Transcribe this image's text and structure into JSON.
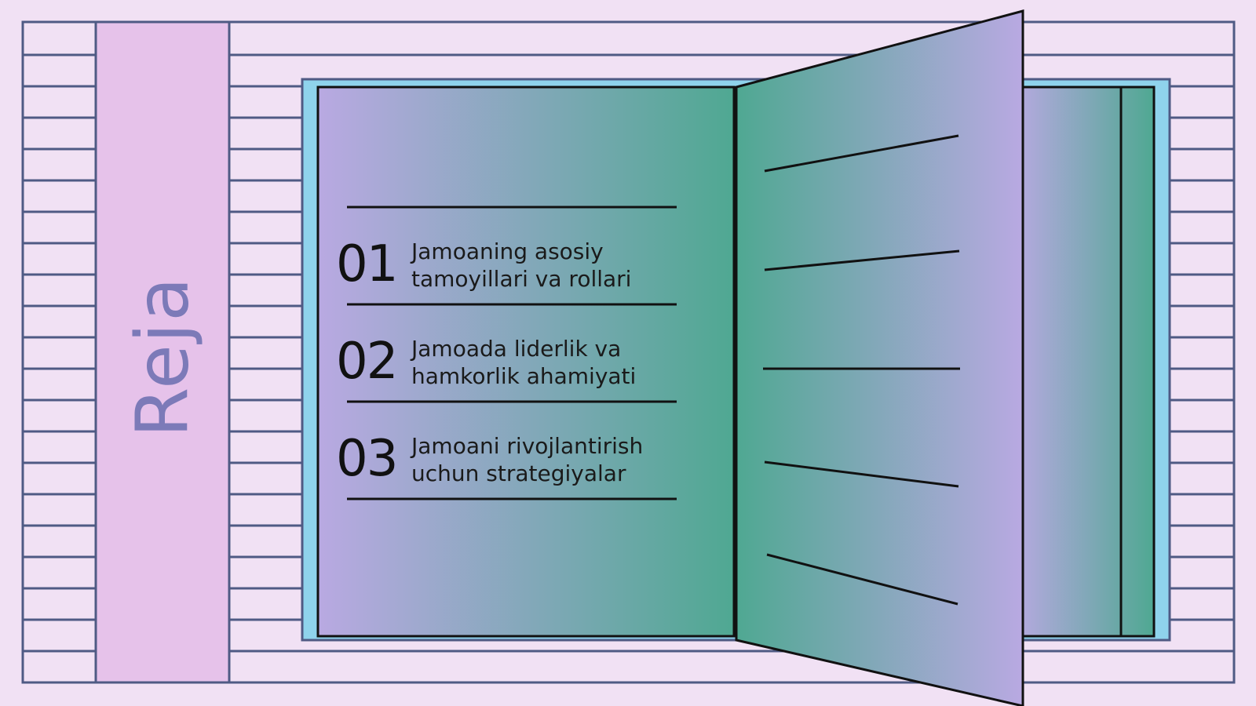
{
  "slide": {
    "title": "Reja",
    "items": [
      {
        "number": "01",
        "text": "Jamoaning asosiy tamoyillari va rollari"
      },
      {
        "number": "02",
        "text": "Jamoada liderlik va hamkorlik ahamiyati"
      },
      {
        "number": "03",
        "text": "Jamoani rivojlantirish uchun strategiyalar"
      }
    ]
  },
  "colors": {
    "background": "#f1e1f4",
    "banner": "#e6c2ea",
    "outline": "#4f5a84",
    "book_cover": "#8fd3ec",
    "page_purple": "#b9a9e2",
    "page_green": "#4fa892",
    "title_text": "#7c7ab8"
  }
}
